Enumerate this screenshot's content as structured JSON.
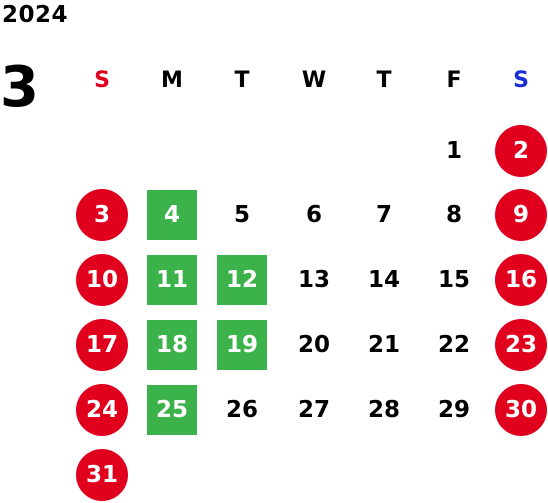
{
  "calendar": {
    "year": "2024",
    "month": "3",
    "weekdays": [
      {
        "label": "S",
        "color": "#e0001e"
      },
      {
        "label": "M",
        "color": "#000000"
      },
      {
        "label": "T",
        "color": "#000000"
      },
      {
        "label": "W",
        "color": "#000000"
      },
      {
        "label": "T",
        "color": "#000000"
      },
      {
        "label": "F",
        "color": "#000000"
      },
      {
        "label": "S",
        "color": "#1a2ed6"
      }
    ],
    "first_weekday_index": 5,
    "days": [
      {
        "day": "1",
        "style": "normal"
      },
      {
        "day": "2",
        "style": "holiday"
      },
      {
        "day": "3",
        "style": "holiday"
      },
      {
        "day": "4",
        "style": "highlight"
      },
      {
        "day": "5",
        "style": "normal"
      },
      {
        "day": "6",
        "style": "normal"
      },
      {
        "day": "7",
        "style": "normal"
      },
      {
        "day": "8",
        "style": "normal"
      },
      {
        "day": "9",
        "style": "holiday"
      },
      {
        "day": "10",
        "style": "holiday"
      },
      {
        "day": "11",
        "style": "highlight"
      },
      {
        "day": "12",
        "style": "highlight"
      },
      {
        "day": "13",
        "style": "normal"
      },
      {
        "day": "14",
        "style": "normal"
      },
      {
        "day": "15",
        "style": "normal"
      },
      {
        "day": "16",
        "style": "holiday"
      },
      {
        "day": "17",
        "style": "holiday"
      },
      {
        "day": "18",
        "style": "highlight"
      },
      {
        "day": "19",
        "style": "highlight"
      },
      {
        "day": "20",
        "style": "normal"
      },
      {
        "day": "21",
        "style": "normal"
      },
      {
        "day": "22",
        "style": "normal"
      },
      {
        "day": "23",
        "style": "holiday"
      },
      {
        "day": "24",
        "style": "holiday"
      },
      {
        "day": "25",
        "style": "highlight"
      },
      {
        "day": "26",
        "style": "normal"
      },
      {
        "day": "27",
        "style": "normal"
      },
      {
        "day": "28",
        "style": "normal"
      },
      {
        "day": "29",
        "style": "normal"
      },
      {
        "day": "30",
        "style": "holiday"
      },
      {
        "day": "31",
        "style": "holiday"
      }
    ],
    "colors": {
      "holiday": "#e0001e",
      "highlight": "#3cb34a"
    }
  }
}
